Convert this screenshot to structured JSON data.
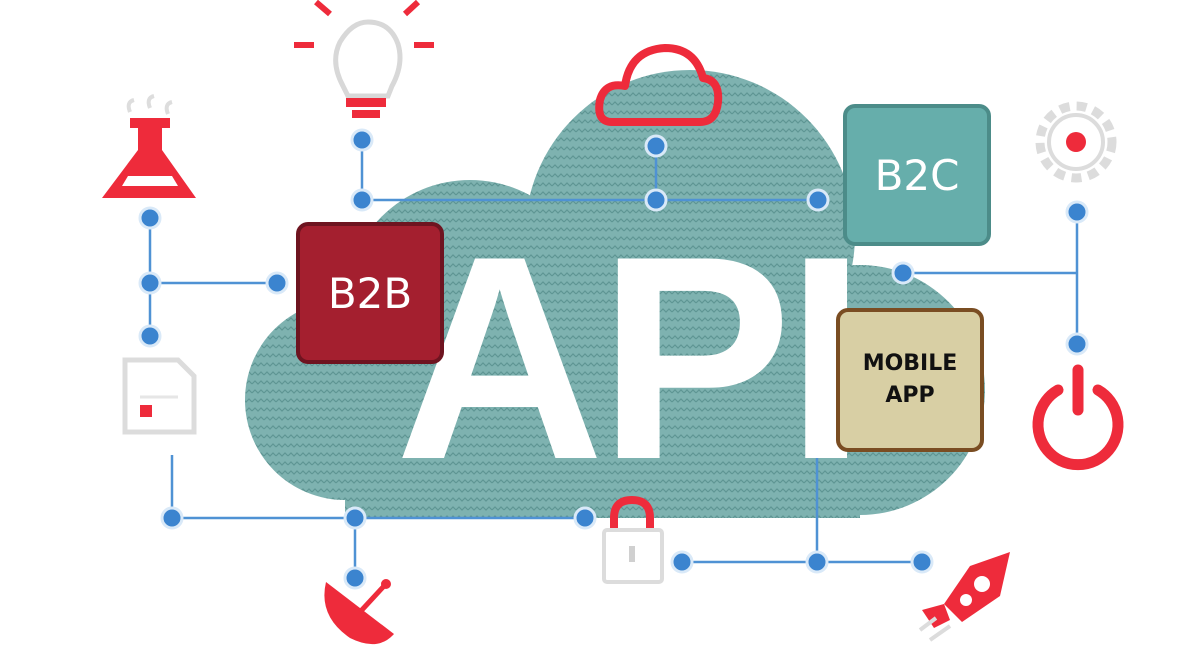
{
  "title_text": "API",
  "nodes": {
    "b2b": "B2B",
    "b2c": "B2C",
    "mobile_app": [
      "MOBILE",
      "APP"
    ]
  },
  "icons": [
    "flask-icon",
    "lightbulb-icon",
    "cloud-icon",
    "gear-icon",
    "power-icon",
    "padlock-icon",
    "rocket-icon",
    "satellite-dish-icon",
    "document-icon"
  ],
  "colors": {
    "cloud": "#6fa8a6",
    "b2b": "#a41f2f",
    "b2c": "#66aeab",
    "mobile_app": "#d8cfa4",
    "icon_red": "#ee2b3b",
    "connector": "#3b84cf"
  }
}
